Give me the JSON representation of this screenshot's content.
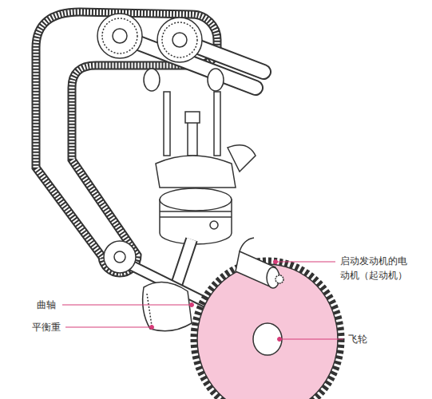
{
  "diagram": {
    "labels": [
      "启动发动机的电动机（起动机）",
      "曲轴",
      "平衡重",
      "飞轮"
    ]
  }
}
